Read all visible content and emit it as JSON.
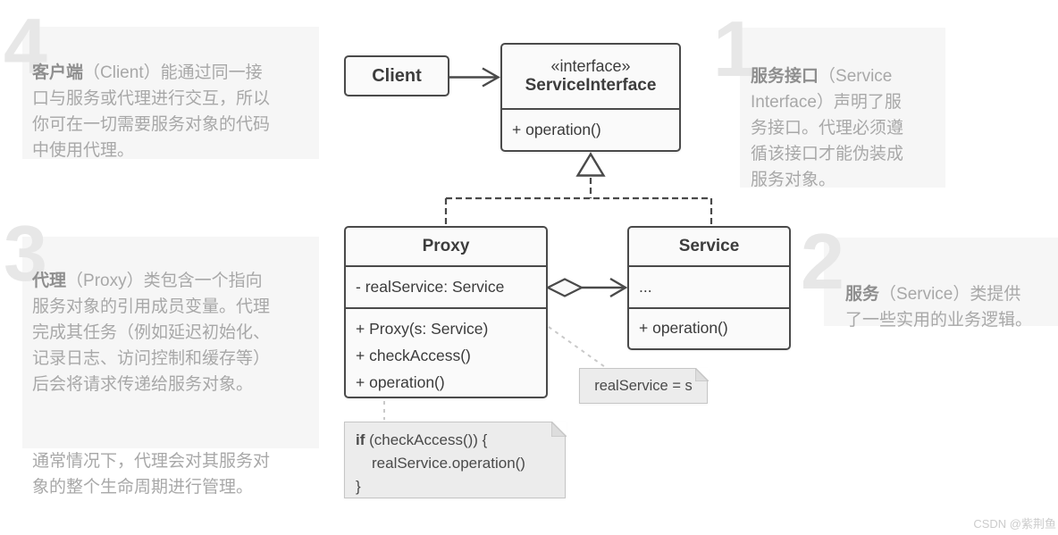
{
  "page": {
    "watermark": "CSDN @紫荆鱼"
  },
  "colors": {
    "box_border": "#4a4a4a",
    "box_fill": "#fafafa",
    "box_text": "#3b3b3b",
    "note_fill": "#ececec",
    "note_border": "#c6c6c6",
    "dashed_note_connector": "#c9c9c9",
    "annotation_bg": "#f6f6f6",
    "annotation_text": "#a8a8a8",
    "annotation_term": "#8e8e8e",
    "annotation_number": "#e7e7e7",
    "watermark": "#cccccc"
  },
  "annotations": {
    "a1": {
      "number": "1",
      "term": "服务接口",
      "text": "（Service\nInterface）声明了服\n务接口。代理必须遵\n循该接口才能伪装成\n服务对象。"
    },
    "a2": {
      "number": "2",
      "term": "服务",
      "text": "（Service）类提供\n了一些实用的业务逻辑。"
    },
    "a3": {
      "number": "3",
      "term": "代理",
      "text": "（Proxy）类包含一个指向\n服务对象的引用成员变量。代理\n完成其任务（例如延迟初始化、\n记录日志、访问控制和缓存等）\n后会将请求传递给服务对象。",
      "text2": "通常情况下，代理会对其服务对\n象的整个生命周期进行管理。"
    },
    "a4": {
      "number": "4",
      "term": "客户端",
      "text": "（Client）能通过同一接\n口与服务或代理进行交互，所以\n你可在一切需要服务对象的代码\n中使用代理。"
    }
  },
  "diagram": {
    "client": {
      "title": "Client"
    },
    "service_interface": {
      "stereotype": "«interface»",
      "name": "ServiceInterface",
      "methods": [
        "+ operation()"
      ]
    },
    "proxy": {
      "title": "Proxy",
      "attributes": [
        "- realService: Service"
      ],
      "methods": [
        "+ Proxy(s: Service)",
        "+ checkAccess()",
        "+ operation()"
      ]
    },
    "service": {
      "title": "Service",
      "attributes": [
        "..."
      ],
      "methods": [
        "+ operation()"
      ]
    },
    "notes": {
      "assignment": {
        "text": "realService = s"
      },
      "code": {
        "line1_keyword": "if",
        "line1_rest": " (checkAccess()) {",
        "line2": "realService.operation()",
        "line3": "}"
      }
    }
  }
}
